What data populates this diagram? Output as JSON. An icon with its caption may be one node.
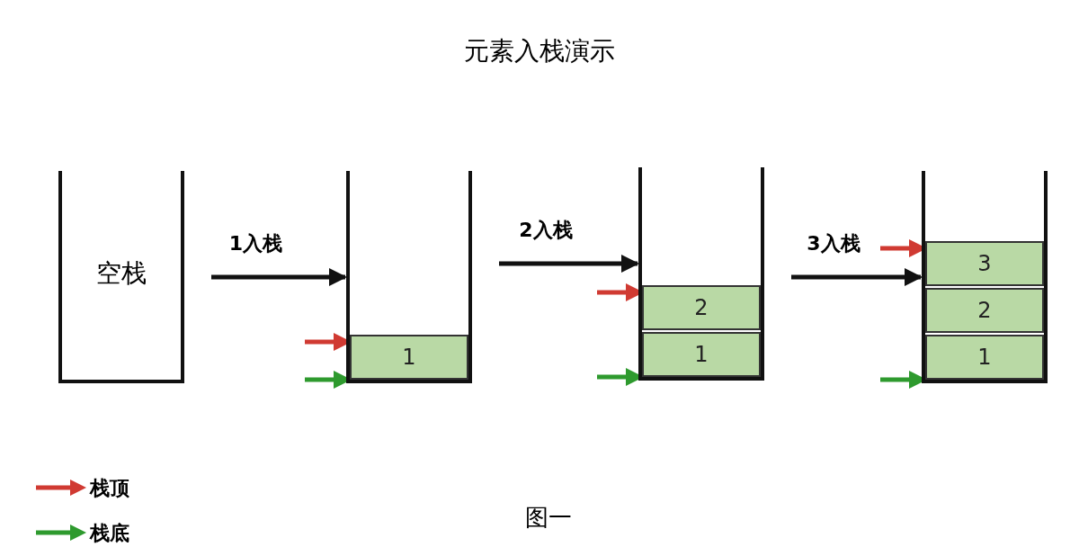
{
  "diagram": {
    "title": "元素入栈演示",
    "caption": "图一",
    "nodes": [
      {
        "text": [
          "空栈"
        ]
      },
      {
        "text": [],
        "shape": "box"
      },
      {
        "text": [
          "1"
        ],
        "in": 1
      },
      {
        "text": [],
        "shape": "box"
      },
      {
        "text": [
          "2"
        ],
        "in": 3
      },
      {
        "text": [
          "1"
        ],
        "in": 3
      },
      {
        "text": [],
        "shape": "box"
      },
      {
        "text": [
          "3"
        ],
        "in": 6
      },
      {
        "text": [
          "2"
        ],
        "in": 6
      },
      {
        "text": [
          "1"
        ],
        "in": 6
      }
    ],
    "edges": [
      {
        "from": 0,
        "to": 1,
        "arrow": "to",
        "label": "1入栈"
      },
      {
        "from": 1,
        "to": 3,
        "arrow": "to",
        "label": "2入栈"
      },
      {
        "from": 3,
        "to": 6,
        "arrow": "to",
        "label": "3入栈"
      },
      {
        "from": null,
        "to": 2,
        "arrow": "to",
        "color": "#d03a32"
      },
      {
        "from": null,
        "to": 2,
        "arrow": "to",
        "color": "#2e9a2e"
      },
      {
        "from": null,
        "to": 4,
        "arrow": "to",
        "color": "#d03a32"
      },
      {
        "from": null,
        "to": 5,
        "arrow": "to",
        "color": "#2e9a2e"
      },
      {
        "from": null,
        "to": 7,
        "arrow": "to",
        "color": "#d03a32"
      },
      {
        "from": null,
        "to": 9,
        "arrow": "to",
        "color": "#2e9a2e"
      }
    ],
    "legend": [
      {
        "text": "栈顶"
      },
      {
        "text": "栈底"
      }
    ]
  }
}
